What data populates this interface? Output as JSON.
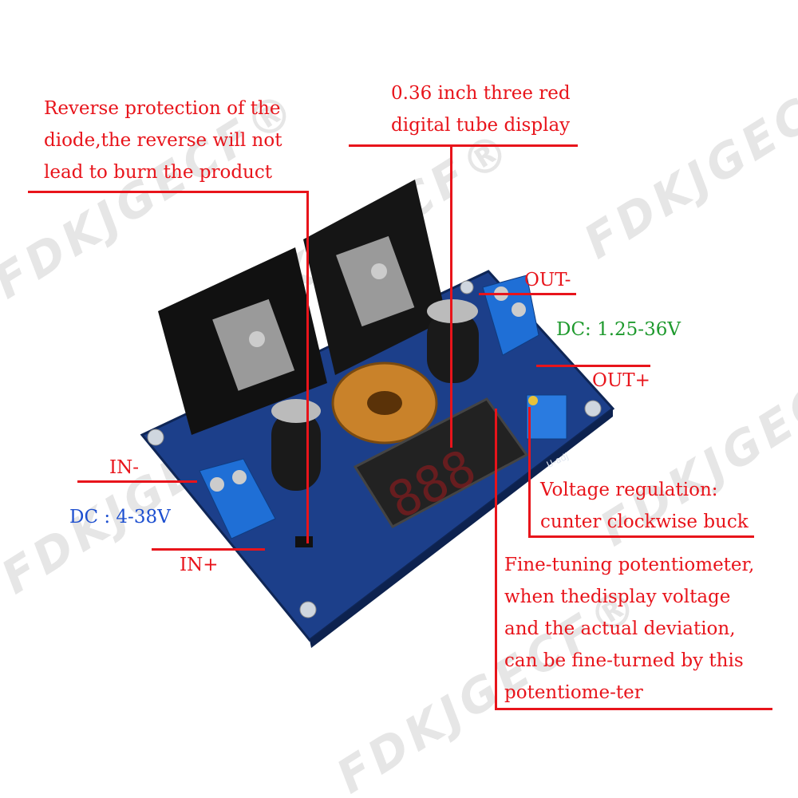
{
  "watermark": "FDKJGECF®",
  "annotations": {
    "reverse_protection": [
      "Reverse protection of the",
      "diode,the reverse will not",
      "lead to burn the product"
    ],
    "display": [
      "0.36 inch three red",
      "digital tube display"
    ],
    "out_minus": "OUT-",
    "out_range": "DC: 1.25-36V",
    "out_plus": "OUT+",
    "in_minus": "IN-",
    "in_range": "DC : 4-38V",
    "in_plus": "IN+",
    "voltage_regulation": [
      "Voltage regulation:",
      "cunter clockwise buck"
    ],
    "fine_tuning": [
      "Fine-tuning potentiometer,",
      "when thedisplay voltage",
      "and the actual deviation,",
      "can be fine-turned by this",
      "potentiome-ter"
    ]
  },
  "board": {
    "display_digits": "888",
    "pot_label": "U-adj"
  },
  "colors": {
    "annotation": "#e8141b",
    "output_range": "#1f9a2e",
    "input_range": "#1d4fd0",
    "pcb": "#1c3f8a",
    "display_segments": "#e8141b"
  }
}
